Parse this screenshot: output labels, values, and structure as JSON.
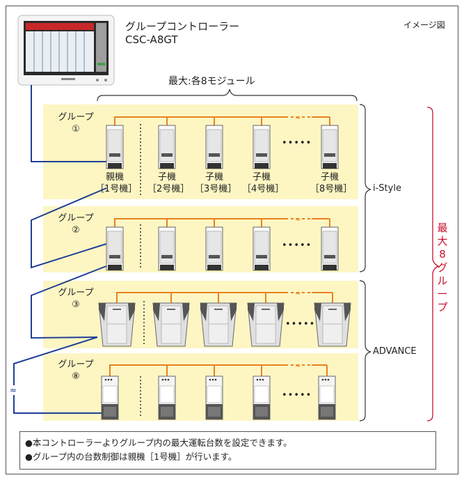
{
  "controller": {
    "name": "グループコントローラー",
    "model": "CSC-A8GT",
    "image_note": "イメージ図"
  },
  "max_modules_label": "最大:各8モジュール",
  "max_groups_label": [
    "最",
    "大",
    "8",
    "グ",
    "ル",
    "ー",
    "プ"
  ],
  "series_labels": {
    "istyle": "i-Style",
    "advance": "ADVANCE"
  },
  "groups": [
    {
      "name": "グループ",
      "num": "①"
    },
    {
      "name": "グループ",
      "num": "②"
    },
    {
      "name": "グループ",
      "num": "③"
    },
    {
      "name": "グループ",
      "num": "⑧"
    }
  ],
  "units": [
    {
      "role": "親機",
      "no": "［1号機］"
    },
    {
      "role": "子機",
      "no": "［2号機］"
    },
    {
      "role": "子機",
      "no": "［3号機］"
    },
    {
      "role": "子機",
      "no": "［4号機］"
    },
    {
      "role": "子機",
      "no": "［8号機］"
    }
  ],
  "ellipsis": "•••••",
  "notes": [
    "●本コントローラーよりグループ内の最大運転台数を設定できます。",
    "●グループ内の台数制御は親機［1号機］が行います。"
  ],
  "colors": {
    "group_bg": "#fdf6c3",
    "wire_orange": "#e8821e",
    "wire_blue": "#1f3f96",
    "accent_red": "#c8102e"
  }
}
